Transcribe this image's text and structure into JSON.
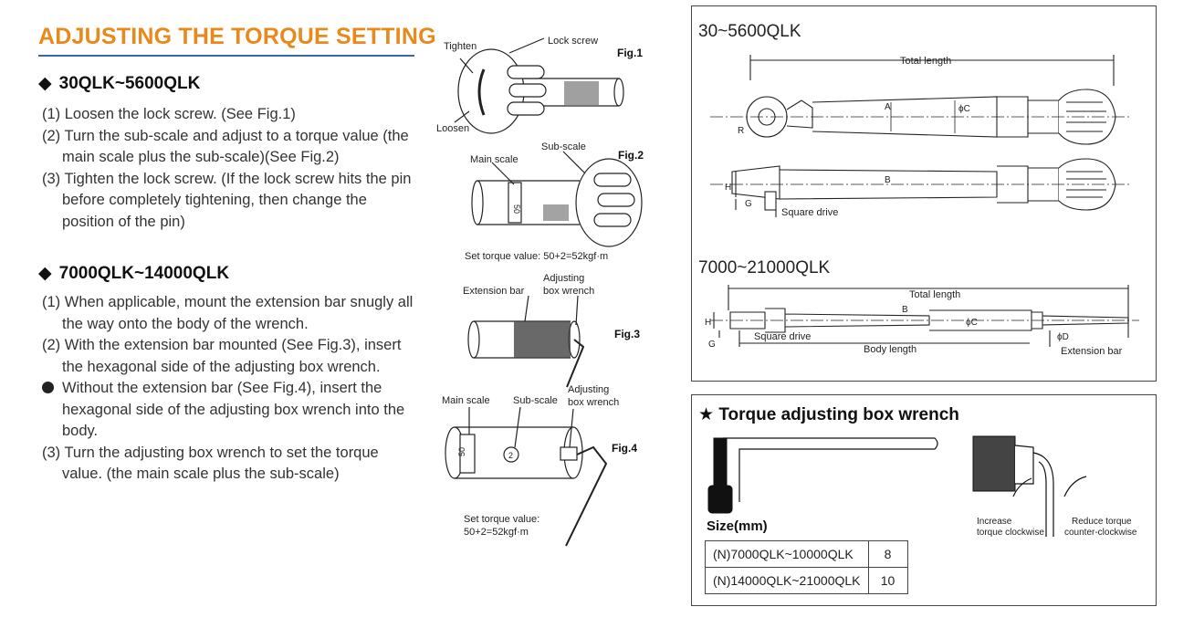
{
  "title": "ADJUSTING THE TORQUE SETTING",
  "section1": {
    "glyph": "◆",
    "heading": "30QLK~5600QLK",
    "steps": [
      "(1) Loosen the lock screw. (See Fig.1)",
      "(2) Turn the sub-scale and adjust to a torque value (the main scale plus the sub-scale)(See Fig.2)",
      "(3) Tighten the lock screw. (If the lock screw hits the pin before completely tightening, then change the position of the pin)"
    ]
  },
  "section2": {
    "glyph": "◆",
    "heading": "7000QLK~14000QLK",
    "steps": [
      "(1) When applicable, mount the extension bar snugly all the way onto the body of the wrench.",
      "(2) With the extension bar mounted (See Fig.3), insert the hexagonal side of the adjusting box wrench.",
      "Without the extension bar (See Fig.4), insert the hexagonal side of the adjusting box wrench into the body.",
      "(3) Turn the adjusting box wrench to set the torque value. (the main scale plus the sub-scale)"
    ]
  },
  "fig1": {
    "label": "Fig.1",
    "tighten": "Tighten",
    "loosen": "Loosen",
    "lock_screw": "Lock screw"
  },
  "fig2": {
    "label": "Fig.2",
    "main_scale": "Main scale",
    "sub_scale": "Sub-scale",
    "scale_num": "50",
    "caption": "Set torque value: 50+2=52kgf·m"
  },
  "fig3": {
    "label": "Fig.3",
    "extension_bar": "Extension bar",
    "adjusting_1": "Adjusting",
    "adjusting_2": "box wrench"
  },
  "fig4": {
    "label": "Fig.4",
    "main_scale": "Main scale",
    "sub_scale": "Sub-scale",
    "adjusting_1": "Adjusting",
    "adjusting_2": "box wrench",
    "main_num": "50",
    "sub_num": "2",
    "caption_1": "Set torque value:",
    "caption_2": "50+2=52kgf·m"
  },
  "spec_box": {
    "model1": "30~5600QLK",
    "model2": "7000~21000QLK",
    "total_length": "Total length",
    "square_drive": "Square drive",
    "body_length": "Body length",
    "extension_bar": "Extension bar",
    "dims": {
      "a": "A",
      "b": "B",
      "phi_c": "ϕC",
      "phi_d": "ϕD",
      "h": "H",
      "g": "G",
      "r": "R"
    }
  },
  "wrench_box": {
    "star": "★",
    "title": "Torque adjusting box wrench",
    "size_label": "Size(mm)",
    "increase_1": "Increase",
    "increase_2": "torque clockwise",
    "reduce_1": "Reduce torque",
    "reduce_2": "counter-clockwise",
    "sizes": [
      {
        "model": "(N)7000QLK~10000QLK",
        "size": "8"
      },
      {
        "model": "(N)14000QLK~21000QLK",
        "size": "10"
      }
    ]
  }
}
